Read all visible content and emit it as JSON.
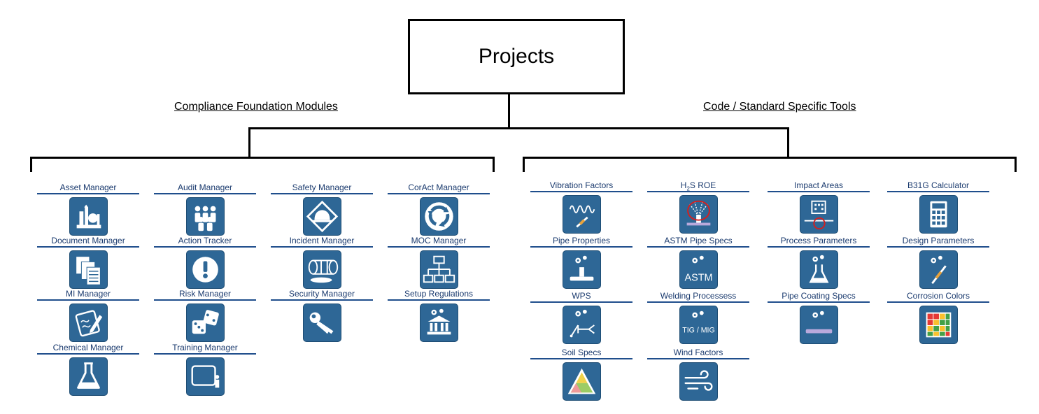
{
  "root": {
    "title": "Projects"
  },
  "left": {
    "heading": "Compliance Foundation Modules",
    "modules": [
      {
        "label": "Asset Manager",
        "icon": "refinery-icon"
      },
      {
        "label": "Audit Manager",
        "icon": "people-group-icon"
      },
      {
        "label": "Safety Manager",
        "icon": "hard-hat-icon"
      },
      {
        "label": "CorAct Manager",
        "icon": "cycle-arrows-icon"
      },
      {
        "label": "Document Manager",
        "icon": "documents-icon"
      },
      {
        "label": "Action Tracker",
        "icon": "exclamation-icon"
      },
      {
        "label": "Incident Manager",
        "icon": "spill-barrels-icon"
      },
      {
        "label": "MOC Manager",
        "icon": "org-chart-icon"
      },
      {
        "label": "MI Manager",
        "icon": "notepad-pencil-icon"
      },
      {
        "label": "Risk Manager",
        "icon": "dice-icon"
      },
      {
        "label": "Security Manager",
        "icon": "key-icon"
      },
      {
        "label": "Setup Regulations",
        "icon": "gear-building-icon"
      },
      {
        "label": "Chemical Manager",
        "icon": "flask-icon"
      },
      {
        "label": "Training Manager",
        "icon": "presentation-board-icon"
      }
    ]
  },
  "right": {
    "heading": "Code / Standard Specific Tools",
    "tools": [
      {
        "label": "Vibration Factors",
        "icon": "wave-pipe-icon"
      },
      {
        "label_main": "H",
        "label_sub": "2",
        "label_rest": "S ROE",
        "icon": "gas-release-icon"
      },
      {
        "label": "Impact Areas",
        "icon": "building-impact-icon"
      },
      {
        "label": "B31G Calculator",
        "icon": "calculator-icon"
      },
      {
        "label": "Pipe Properties",
        "icon": "gear-pipe-icon"
      },
      {
        "label": "ASTM Pipe Specs",
        "icon": "astm-gear-icon",
        "text": "ASTM"
      },
      {
        "label": "Process Parameters",
        "icon": "gear-flask-icon"
      },
      {
        "label": "Design Parameters",
        "icon": "gear-pipe-diagonal-icon"
      },
      {
        "label": "WPS",
        "icon": "weld-symbol-icon"
      },
      {
        "label": "Welding Processess",
        "icon": "tig-mig-gear-icon",
        "text": "TIG / MIG"
      },
      {
        "label": "Pipe Coating Specs",
        "icon": "gear-coated-pipe-icon"
      },
      {
        "label": "Corrosion Colors",
        "icon": "color-grid-icon"
      },
      {
        "label": "Soil Specs",
        "icon": "soil-triangle-icon"
      },
      {
        "label": "Wind Factors",
        "icon": "wind-icon"
      }
    ]
  }
}
